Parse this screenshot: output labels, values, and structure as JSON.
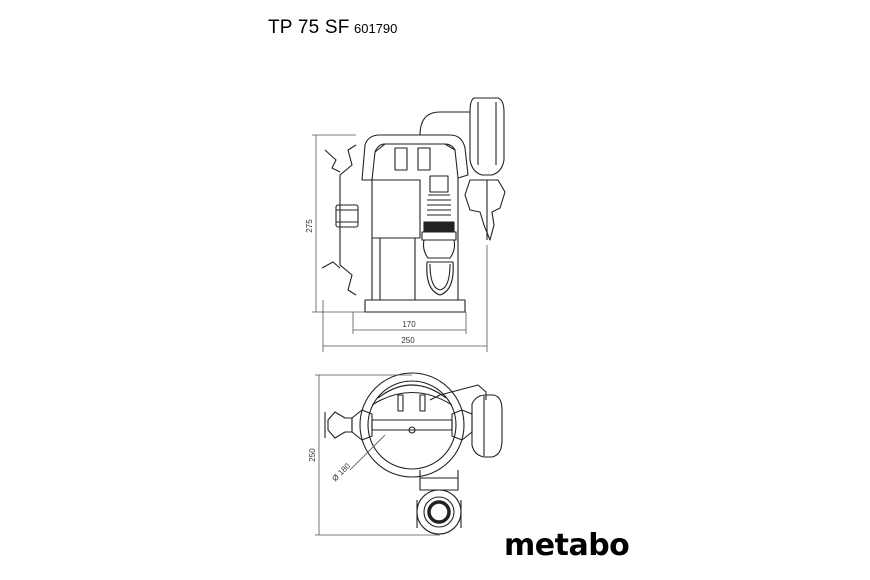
{
  "header": {
    "model": "TP 75 SF",
    "article_number": "601790"
  },
  "dimensions": {
    "height": "275",
    "base_width": "170",
    "total_width": "250",
    "depth": "250",
    "diameter": "Ø 180"
  },
  "brand": {
    "name": "metabo"
  },
  "colors": {
    "line": "#222222",
    "dim_line": "#555555"
  }
}
